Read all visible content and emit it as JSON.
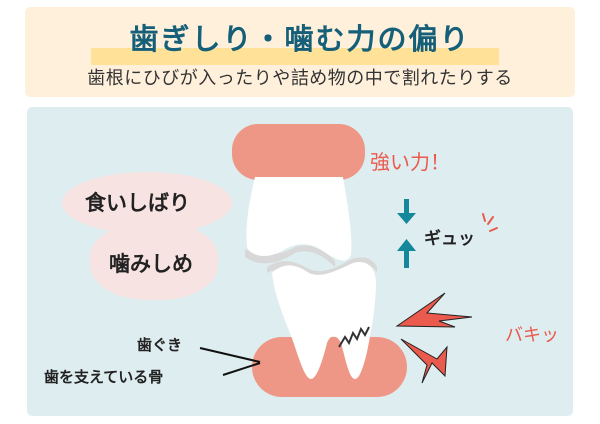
{
  "header": {
    "title": "歯ぎしり・噛む力の偏り",
    "subtitle": "歯根にひびが入ったりや詰め物の中で割れたりする"
  },
  "diagram": {
    "habits": [
      "食いしばり",
      "噛みしめ"
    ],
    "force_label": "強い力！",
    "squeeze_label": "ギュッ",
    "crack_label": "バキッ",
    "anatomy_labels": {
      "gum": "歯ぐき",
      "bone": "歯を支えている骨"
    }
  },
  "colors": {
    "title": "#155f79",
    "header_bg": "#fff0dc",
    "highlight": "#ffe198",
    "panel_bg": "#deedf0",
    "gum": "#ef9786",
    "bubble": "#f7e4e2",
    "arrow": "#14889a",
    "accent_red": "#ea5a4d"
  }
}
